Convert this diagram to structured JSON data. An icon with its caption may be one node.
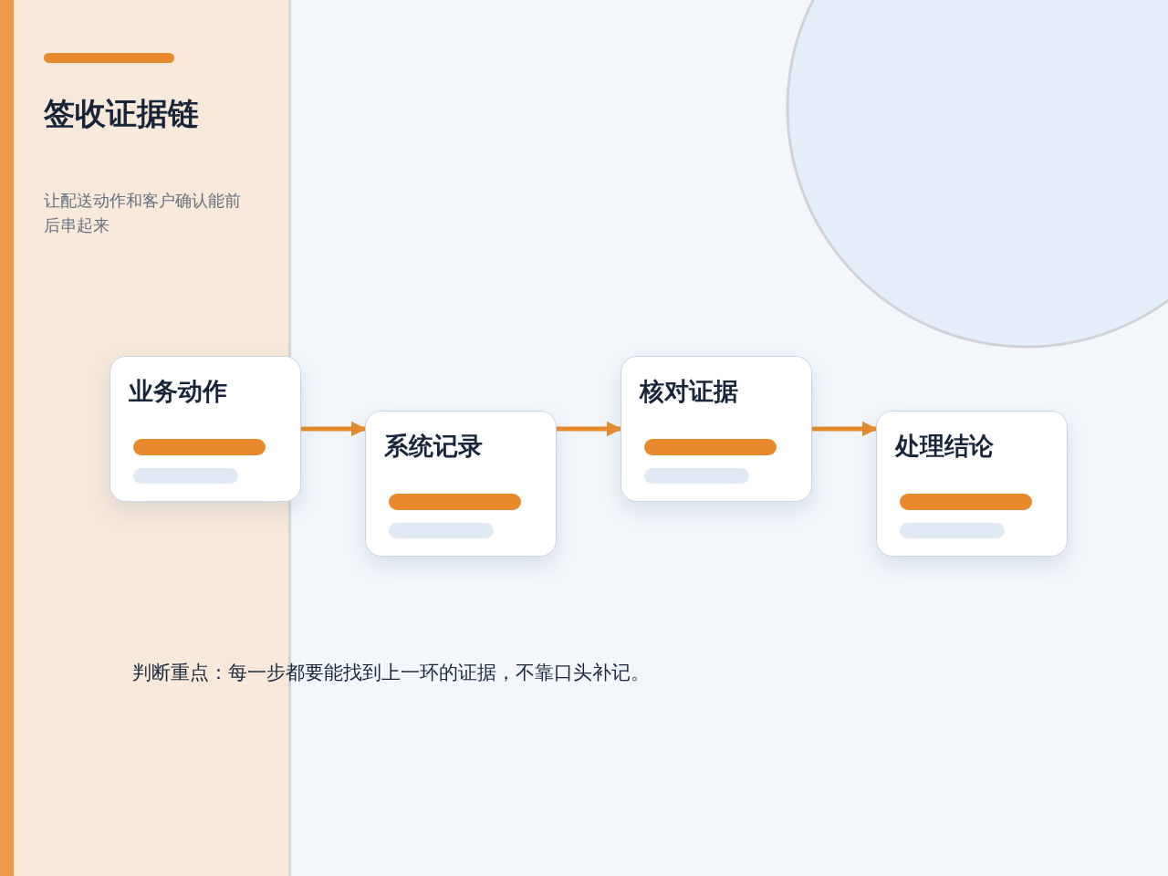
{
  "diagram": {
    "title": "签收证据链",
    "nodes": [
      {
        "text": [
          "业务动作"
        ]
      },
      {
        "text": [
          "系统记录"
        ]
      },
      {
        "text": [
          "核对证据"
        ]
      },
      {
        "text": [
          "处理结论"
        ]
      }
    ],
    "edges": [
      {
        "from": 0,
        "to": 1,
        "arrow": "to"
      },
      {
        "from": 1,
        "to": 2,
        "arrow": "to"
      },
      {
        "from": 2,
        "to": 3,
        "arrow": "to"
      }
    ],
    "labels": [
      "让配送动作和客户确认能前后串起来",
      "判断重点：每一步都要能找到上一环的证据，不靠口头补记。"
    ]
  }
}
